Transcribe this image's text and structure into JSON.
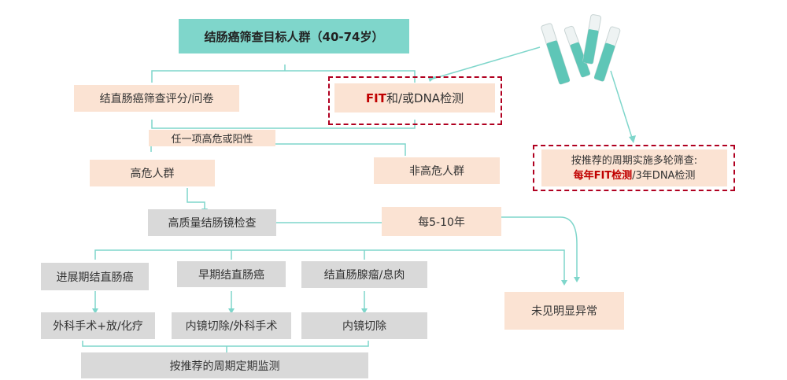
{
  "colors": {
    "teal": "#7fd6cb",
    "peach": "#fbe3d3",
    "grey": "#d9d9d9",
    "line": "#7fd6cb",
    "dash": "#b00020",
    "highlight": "#c00000"
  },
  "nodes": {
    "title": "结肠癌筛查目标人群（40-74岁）",
    "questionnaire": "结直肠癌筛查评分/问卷",
    "fit_dna": {
      "fit": "FIT",
      "rest": "和/或DNA检测"
    },
    "positive": "任一项高危或阳性",
    "high_risk": "高危人群",
    "non_high_risk": "非高危人群",
    "colonoscopy": "高质量结肠镜检查",
    "interval": "每5-10年",
    "advanced": "进展期结直肠癌",
    "early": "早期结直肠癌",
    "adenoma": "结直肠腺瘤/息肉",
    "normal": "未见明显异常",
    "treat_advanced": "外科手术+放/化疗",
    "treat_early": "内镜切除/外科手术",
    "treat_adenoma": "内镜切除",
    "followup": "按推荐的周期定期监测",
    "note": {
      "line1": "按推荐的周期实施多轮筛查:",
      "highlight": "每年FIT检测",
      "rest": "/3年DNA检测"
    }
  },
  "product_image": "test-tube-icon"
}
